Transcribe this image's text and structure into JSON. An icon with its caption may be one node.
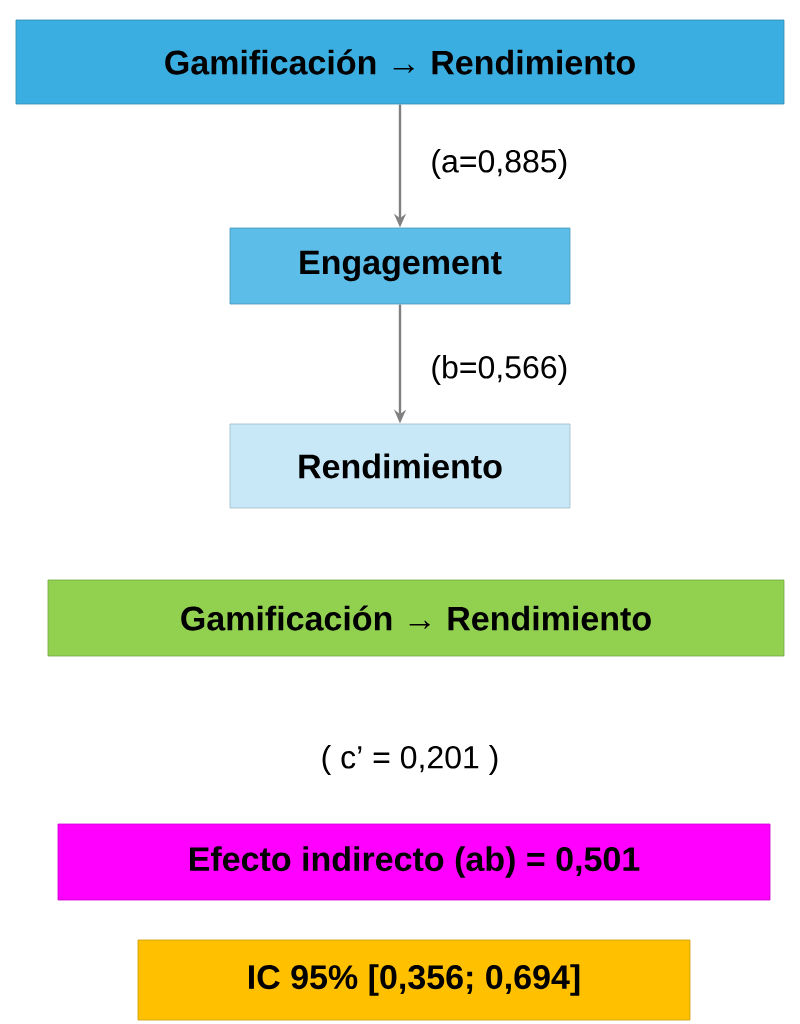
{
  "diagram": {
    "nodes": [
      {
        "text": [
          "Gamificación → Rendimiento"
        ]
      },
      {
        "text": [
          "Engagement"
        ]
      },
      {
        "text": [
          "Rendimiento"
        ]
      },
      {
        "text": [
          "Gamificación → Rendimiento"
        ]
      },
      {
        "text": [
          "Efecto indirecto (ab) = 0,501"
        ]
      },
      {
        "text": [
          "IC 95% [0,356; 0,694]"
        ]
      }
    ],
    "edges": [
      {
        "from": 0,
        "to": 1,
        "arrow": "to",
        "label": "(a=0,885)"
      },
      {
        "from": 1,
        "to": 2,
        "arrow": "to",
        "label": "(b=0,566)"
      }
    ],
    "labels": [
      "( c’ = 0,201 )"
    ]
  }
}
